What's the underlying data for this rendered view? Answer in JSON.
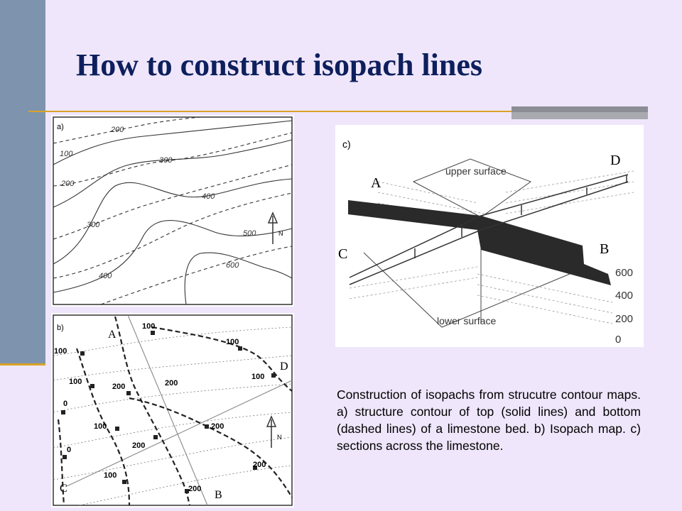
{
  "slide": {
    "title": "How to construct isopach lines",
    "caption": "Construction of isopachs from strucutre contour maps. a) structure contour of top (solid lines) and bottom (dashed lines) of a limestone bed. b) Isopach map. c) sections across the limestone."
  },
  "figure_a": {
    "panel_label": "a)",
    "north_label": "N",
    "contour_labels": [
      "200",
      "100",
      "300",
      "200",
      "400",
      "300",
      "500",
      "400",
      "600"
    ]
  },
  "figure_b": {
    "panel_label": "b)",
    "north_label": "N",
    "point_labels": [
      "A",
      "B",
      "C",
      "D"
    ],
    "value_labels": [
      "100",
      "100",
      "100",
      "100",
      "100",
      "200",
      "200",
      "0",
      "100",
      "200",
      "200",
      "0",
      "200",
      "100",
      "200"
    ]
  },
  "figure_c": {
    "panel_label": "c)",
    "point_labels": [
      "A",
      "B",
      "C",
      "D"
    ],
    "surface_labels": [
      "upper surface",
      "lower surface"
    ],
    "scale_labels": [
      "600",
      "400",
      "200",
      "0"
    ]
  }
}
